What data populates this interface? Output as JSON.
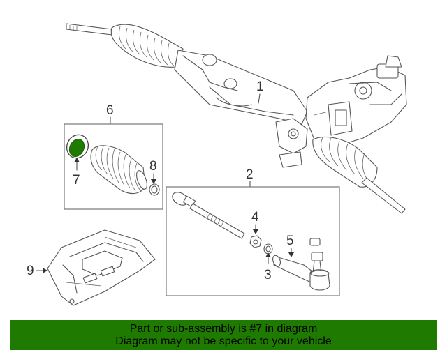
{
  "callouts": {
    "c1": "1",
    "c2": "2",
    "c3": "3",
    "c4": "4",
    "c5": "5",
    "c6": "6",
    "c7": "7",
    "c8": "8",
    "c9": "9"
  },
  "highlight_color": "#1e7a00",
  "banner": {
    "line1": "Part or sub-assembly is #7 in diagram",
    "line2": "Diagram may not be specific to your vehicle"
  }
}
